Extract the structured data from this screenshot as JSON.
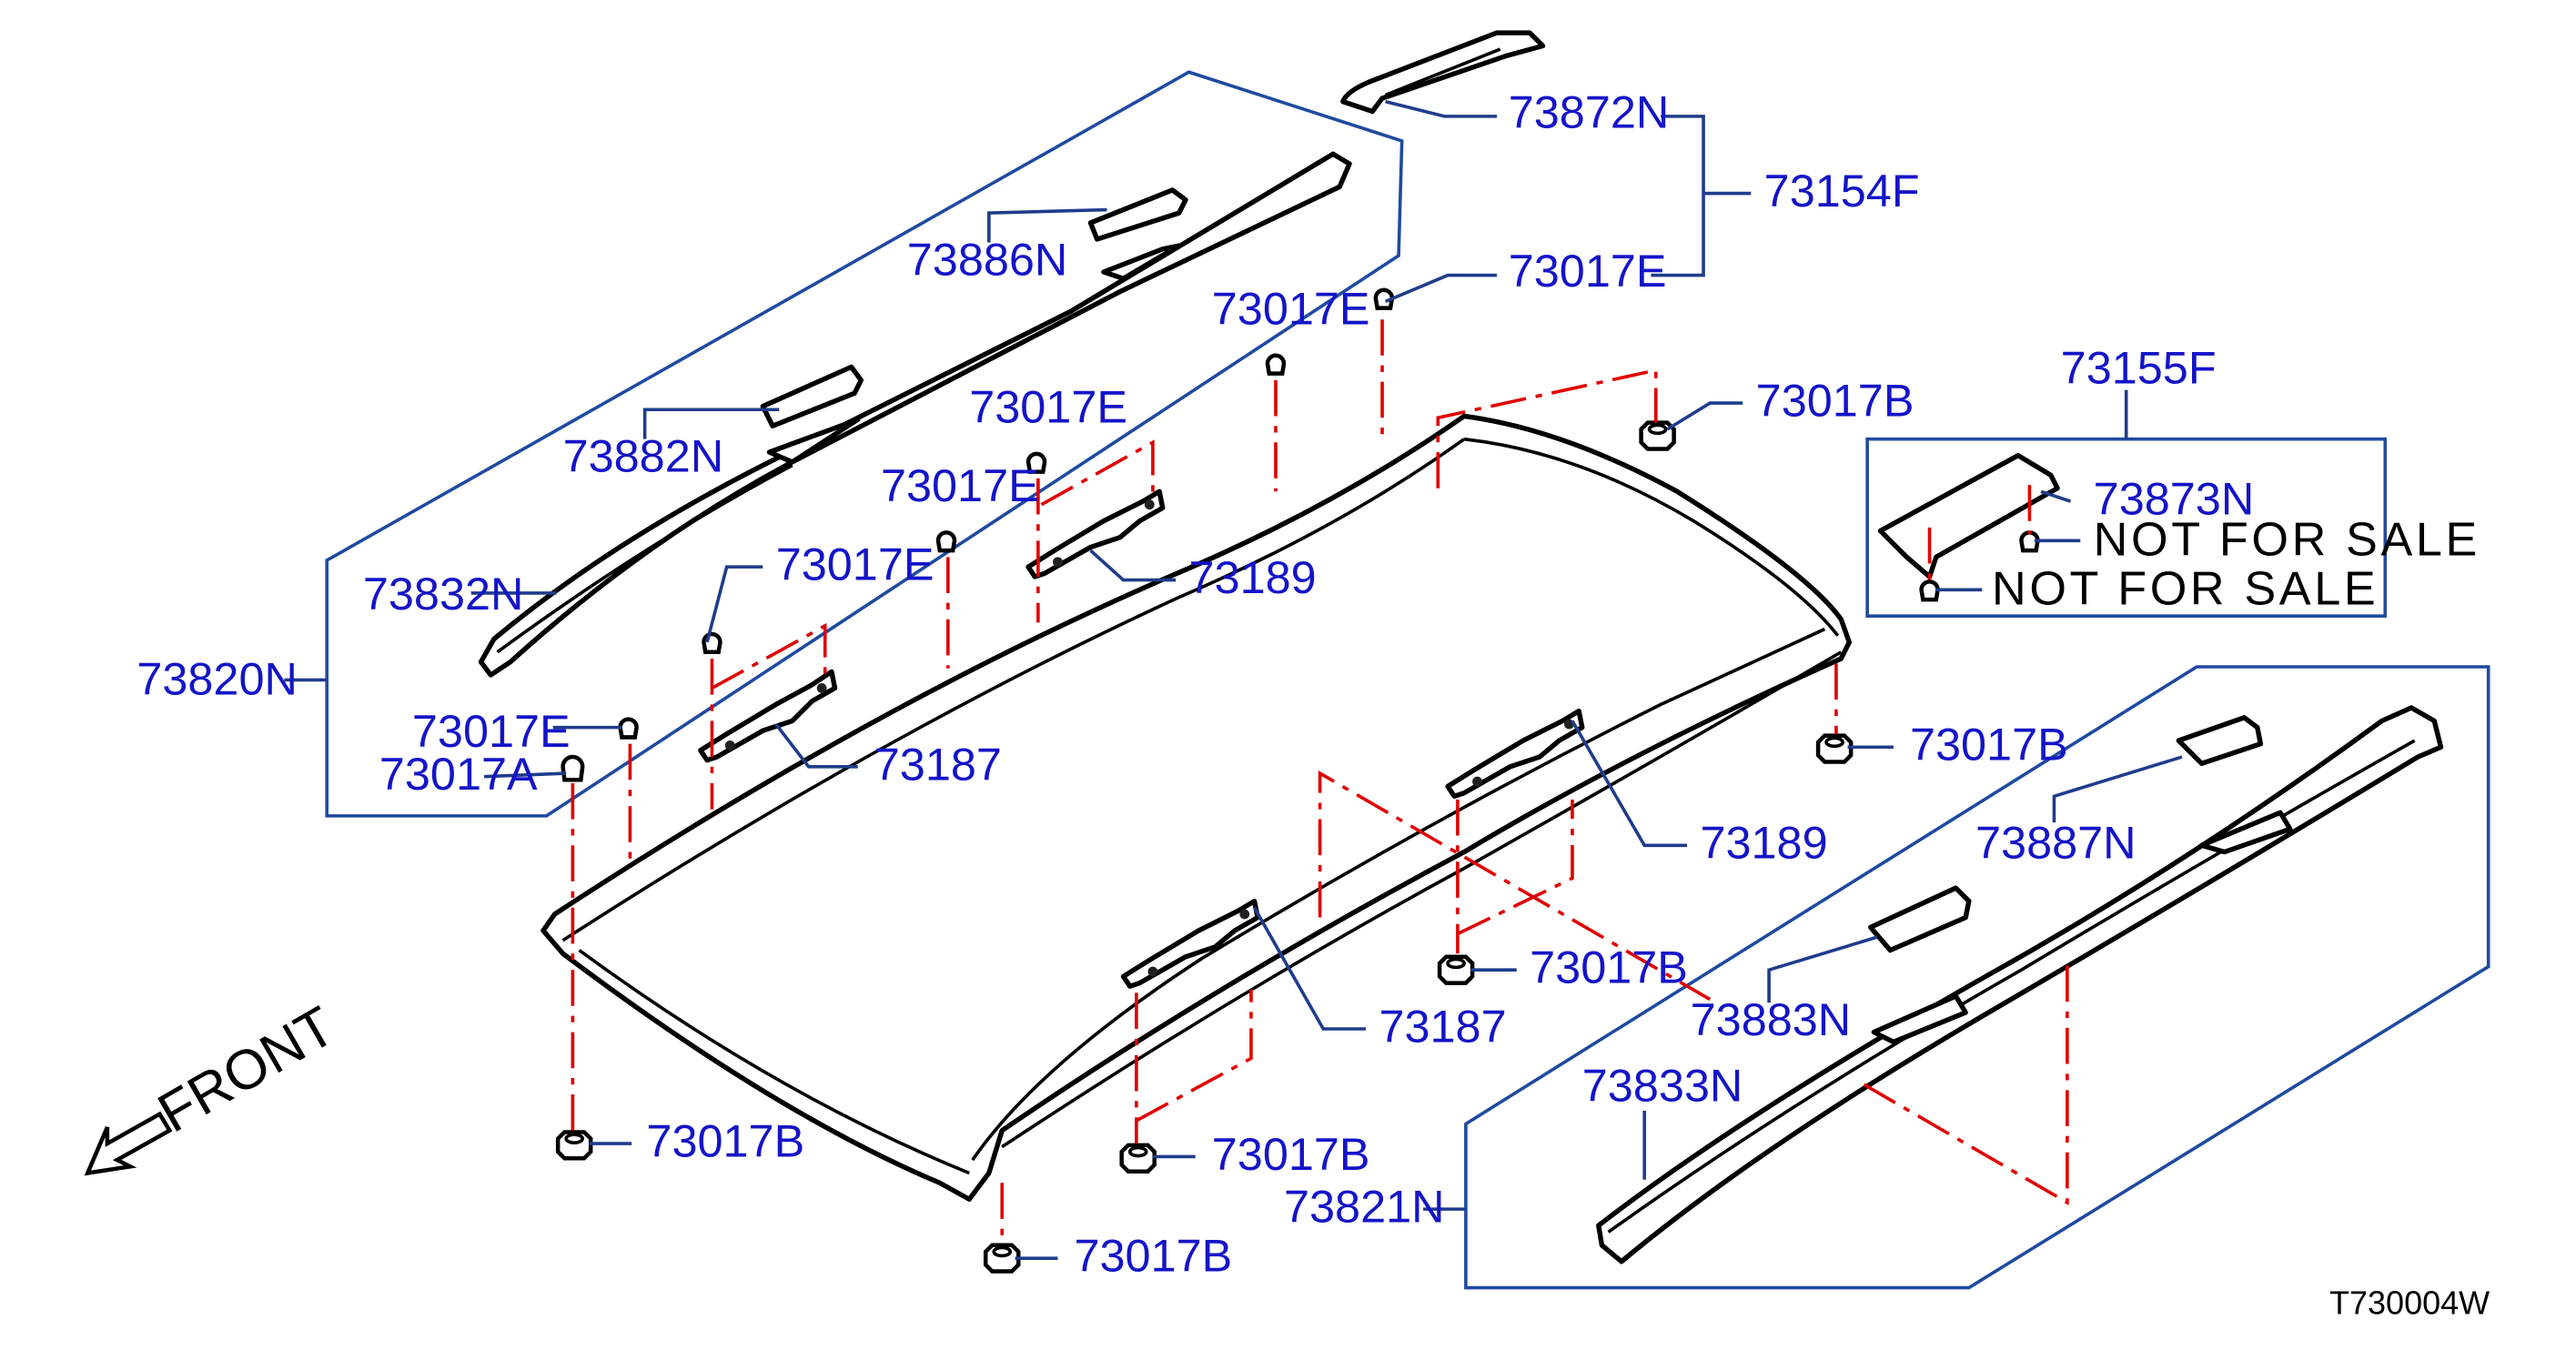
{
  "diagram": {
    "drawing_code": "T730004W",
    "front_label": "FRONT",
    "parts": {
      "p73872N": "73872N",
      "p73154F": "73154F",
      "p73017E_top": "73017E",
      "p73886N": "73886N",
      "p73882N": "73882N",
      "p73832N": "73832N",
      "p73820N": "73820N",
      "p73017E_a": "73017E",
      "p73017E_b": "73017E",
      "p73017E_c": "73017E",
      "p73017E_d": "73017E",
      "p73017E_e": "73017E",
      "p73017A": "73017A",
      "p73189_a": "73189",
      "p73187_a": "73187",
      "p73017B_a": "73017B",
      "p73155F": "73155F",
      "p73873N": "73873N",
      "p73017B_b": "73017B",
      "p73189_b": "73189",
      "p73887N": "73887N",
      "p73017B_c": "73017B",
      "p73883N": "73883N",
      "p73187_b": "73187",
      "p73833N": "73833N",
      "p73017B_d": "73017B",
      "p73017B_e": "73017B",
      "p73821N": "73821N",
      "p73017B_f": "73017B"
    },
    "not_for_sale_1": "NOT  FOR  SALE",
    "not_for_sale_2": "NOT  FOR  SALE"
  }
}
